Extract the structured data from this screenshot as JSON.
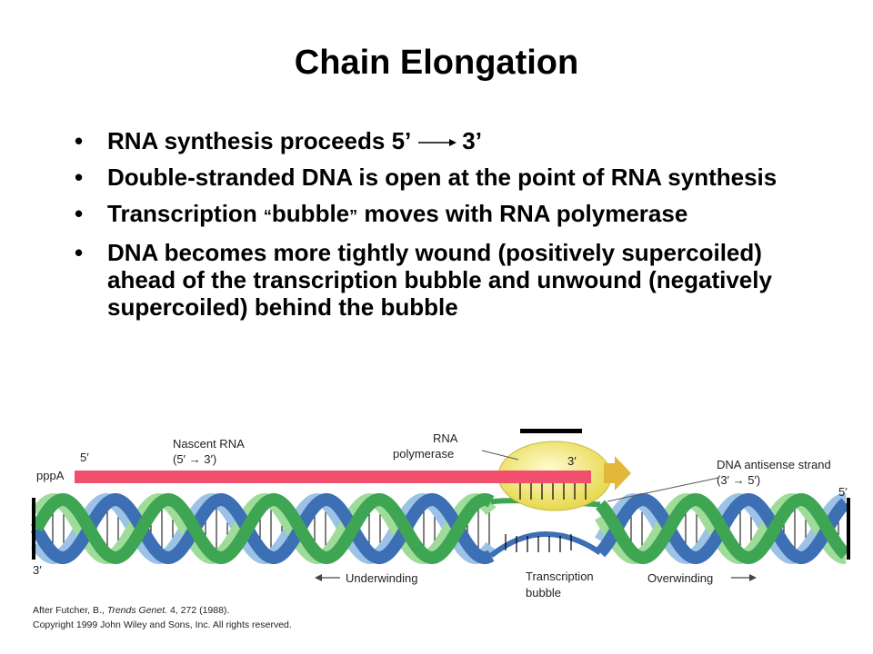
{
  "slide": {
    "title": "Chain Elongation"
  },
  "bullets": {
    "b1_text": "RNA synthesis proceeds 5",
    "b1_prime": "’",
    "b1_end": "3’",
    "b2": "Double-stranded DNA is open at the point of RNA synthesis",
    "b3_a": "Transcription ",
    "b3_q1": "“",
    "b3_b": "bubble",
    "b3_q2": "”",
    "b3_c": " moves with RNA polymerase",
    "b4": "DNA becomes more tightly wound (positively supercoiled) ahead of the transcription bubble and unwound (negatively supercoiled) behind the bubble"
  },
  "figure": {
    "five_prime_rna": "5′",
    "pppA": "pppA",
    "nascent_rna": "Nascent RNA",
    "nascent_dir": "(5′ → 3′)",
    "rna": "RNA",
    "polymerase": "polymerase",
    "three_prime_rna": "3′",
    "antisense": "DNA antisense strand",
    "antisense_dir": "(3′ → 5′)",
    "five_prime_right": "5′",
    "three_prime_left": "3′",
    "underwinding": "Underwinding",
    "transcription": "Transcription",
    "bubble": "bubble",
    "overwinding": "Overwinding",
    "colors": {
      "rna_strand": "#f0506e",
      "polymerase": "#f3eb7a",
      "dark_blue": "#3d6fb5",
      "light_blue": "#9cc3e6",
      "dark_green": "#3ea653",
      "light_green": "#9fdc9a",
      "arrow": "#e2b83a"
    }
  },
  "credit": {
    "line1_a": "After Futcher, B., ",
    "line1_journal": "Trends Genet.",
    "line1_b": " 4, 272 (1988).",
    "line2": "Copyright 1999 John Wiley and Sons, Inc. All rights reserved."
  }
}
